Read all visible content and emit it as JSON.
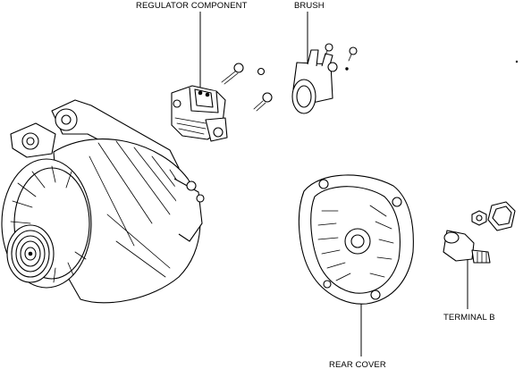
{
  "labels": {
    "regulator": "REGULATOR COMPONENT",
    "brush": "BRUSH",
    "terminal_b": "TERMINAL B",
    "rear_cover": "REAR COVER"
  },
  "colors": {
    "ink": "#000000",
    "paper": "#ffffff"
  }
}
